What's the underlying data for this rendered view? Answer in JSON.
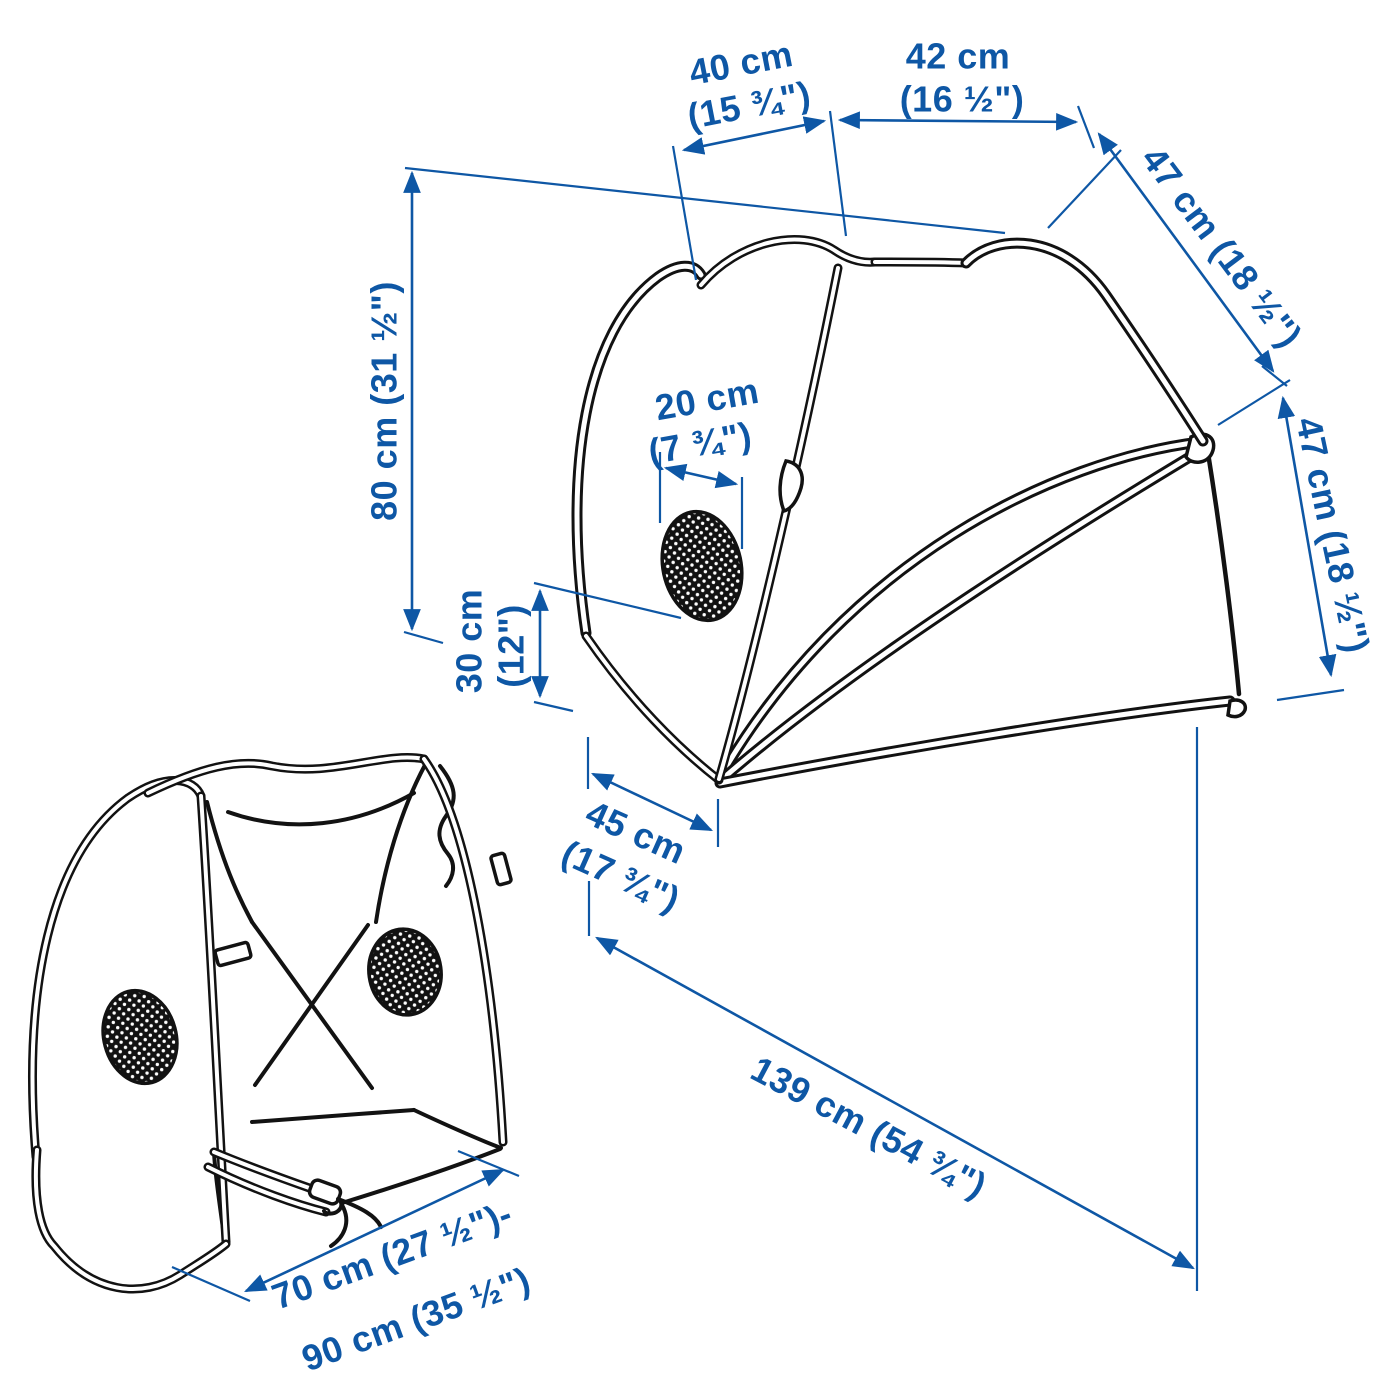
{
  "figure_title": "Tent cover dimension diagram",
  "colors": {
    "dimension_blue": "#0E57A5",
    "line_ink": "#121212",
    "background": "#FFFFFF"
  },
  "dims": {
    "d40": {
      "l1": "40 cm",
      "l2": "(15 ¾\")"
    },
    "d42": {
      "l1": "42 cm",
      "l2": "(16 ½\")"
    },
    "d47_top": {
      "l1": "47 cm (18 ½\")"
    },
    "d47_right": {
      "l1": "47 cm (18 ½\")"
    },
    "d80": {
      "l1": "80 cm (31 ½\")"
    },
    "d20": {
      "l1": "20 cm",
      "l2": "(7 ¾\")"
    },
    "d30": {
      "l1": "30 cm",
      "l2": "(12\")"
    },
    "d45": {
      "l1": "45 cm",
      "l2": "(17 ¾\")"
    },
    "d139": {
      "l1": "139 cm (54 ¾\")"
    },
    "d70_90": {
      "l1": "70 cm (27 ½\")-",
      "l2": "90 cm (35 ½\")"
    }
  }
}
